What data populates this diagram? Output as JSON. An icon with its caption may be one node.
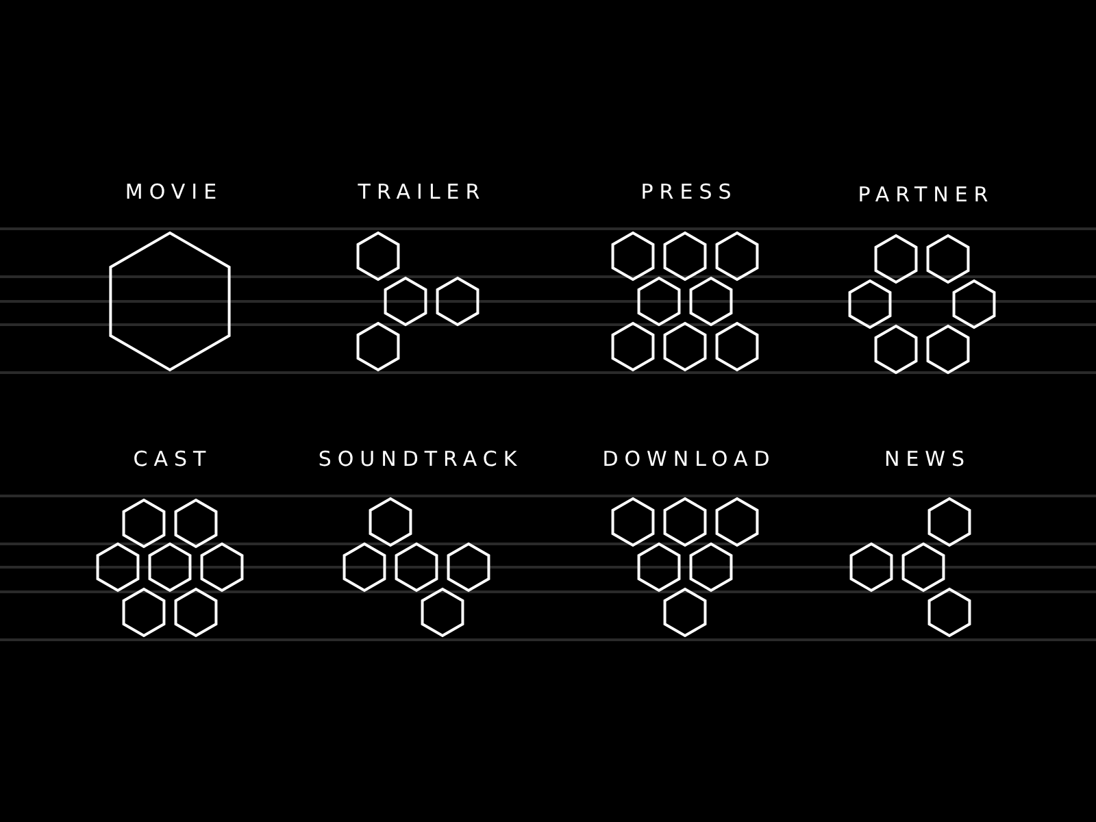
{
  "diagram": {
    "labels": [
      "MOVIE",
      "TRAILER",
      "PRESS",
      "PARTNER",
      "CAST",
      "SOUNDTRACK",
      "DOWNLOAD",
      "NEWS"
    ]
  }
}
